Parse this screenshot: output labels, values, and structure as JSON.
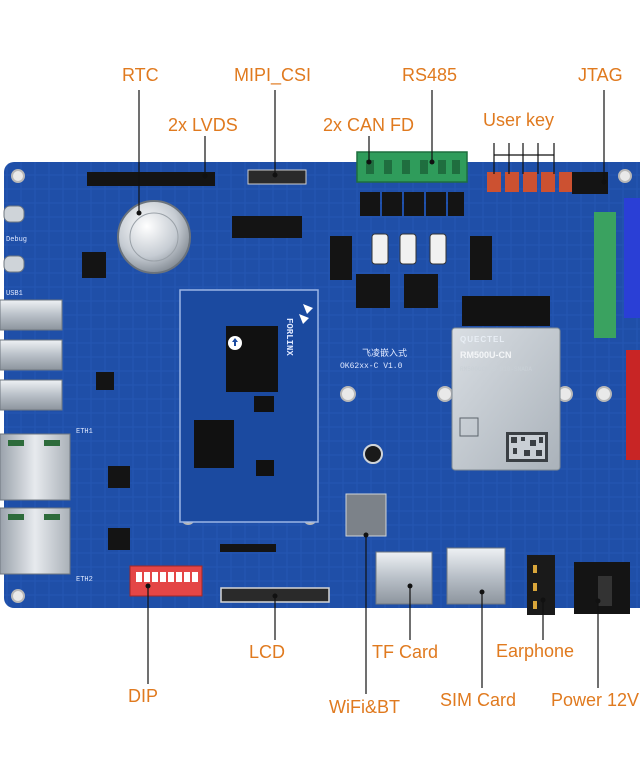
{
  "labels": {
    "rtc": "RTC",
    "mipi_csi": "MIPI_CSI",
    "rs485": "RS485",
    "jtag": "JTAG",
    "lvds": "2x LVDS",
    "can_fd": "2x CAN FD",
    "user_key": "User key",
    "lcd": "LCD",
    "tf_card": "TF Card",
    "earphone": "Earphone",
    "dip": "DIP",
    "wifi_bt": "WiFi&BT",
    "sim_card": "SIM Card",
    "power": "Power 12V"
  },
  "silkscreen": {
    "debug": "Debug",
    "usb1": "USB1",
    "eth1": "ETH1",
    "eth2": "ETH2",
    "board_id": "OK62xx-C V1.0",
    "brand": "FORLINX",
    "brand_cn": "飞凌嵌入式"
  },
  "module": {
    "brand": "QUECTEL",
    "model": "RM500U-CN",
    "part": "RM500UCNAB-D10-SNADA"
  },
  "colors": {
    "label": "#e07a1f",
    "board": "#1f4fa8",
    "leader": "#000000"
  }
}
